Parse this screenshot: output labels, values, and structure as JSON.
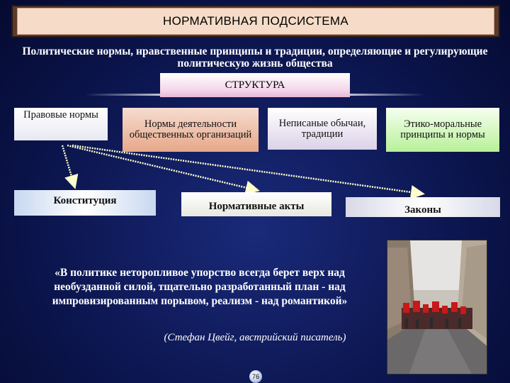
{
  "header": {
    "title": "НОРМАТИВНАЯ ПОДСИСТЕМА"
  },
  "subtitle": "Политические нормы, нравственные принципы и традиции, определяющие и регулирующие политическую жизнь общества",
  "structure_label": "СТРУКТУРА",
  "categories": [
    {
      "label": "Правовые нормы"
    },
    {
      "label": "Нормы деятельности общественных организаций"
    },
    {
      "label": "Неписаные обычаи, традиции"
    },
    {
      "label": "Этико-моральные принципы и нормы"
    }
  ],
  "legal_forms": [
    {
      "label": "Конституция"
    },
    {
      "label": "Нормативные акты"
    },
    {
      "label": "Законы"
    }
  ],
  "quote": {
    "text": "«В политике неторопливое упорство всегда берет верх над необузданной силой, тщательно разработанный план - над импровизированным порывом, реализм - над романтикой»",
    "author": "(Стефан Цвейг, австрийский писатель)"
  },
  "page_number": "76",
  "colors": {
    "background": "#0c1650",
    "title_frame": "#5a3a2a",
    "title_fill": "#f6dcc8",
    "arrow": "#ffffcc"
  },
  "icons": {
    "corner": "sparkle-icon"
  }
}
